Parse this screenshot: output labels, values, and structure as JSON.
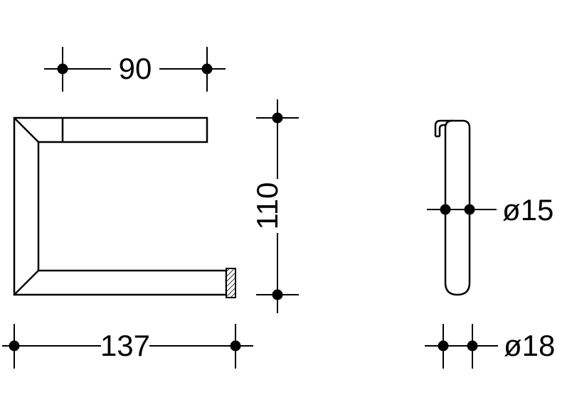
{
  "colors": {
    "background": "#ffffff",
    "line": "#000000"
  },
  "views": {
    "front": "holder-front-view",
    "side": "holder-side-view"
  },
  "dimensions": {
    "top_width": "90",
    "height": "110",
    "bottom_width": "137",
    "tube_diameter": "ø15",
    "end_diameter": "ø18"
  }
}
